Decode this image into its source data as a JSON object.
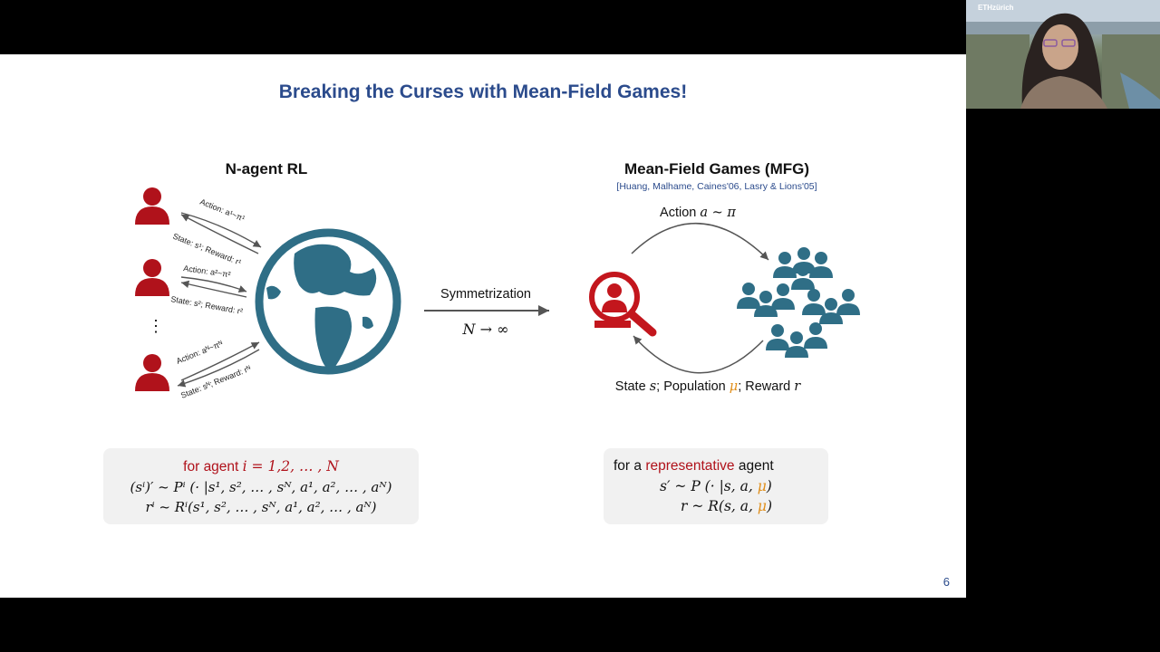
{
  "slide": {
    "title": "Breaking the Curses with Mean-Field Games!",
    "page_number": "6",
    "left": {
      "heading": "N-agent RL",
      "environment_label": "Environment",
      "agent_1_action": "Action: a¹~π¹",
      "agent_1_state": "State: s¹; Reward: r¹",
      "agent_2_action": "Action: a²~π²",
      "agent_2_state": "State: s²; Reward: r²",
      "ellipsis": "⋮",
      "agent_n_action": "Action: aᴺ~πᴺ",
      "agent_n_state": "State: sᴺ; Reward: rᴺ",
      "panel": {
        "line1_prefix": "for agent ",
        "line1_math": "i = 1,2, … , N",
        "line2": "(sⁱ)′ ~ Pⁱ (· |s¹, s², … , sᴺ, a¹, a², … , aᴺ)",
        "line3": "rⁱ ~ Rⁱ(s¹, s², … , sᴺ, a¹, a², … , aᴺ)"
      }
    },
    "middle": {
      "arrow_label": "Symmetrization",
      "limit": "N → ∞"
    },
    "right": {
      "heading": "Mean-Field Games (MFG)",
      "citation": "[Huang, Malhame, Caines'06, Lasry & Lions'05]",
      "action_prefix": "Action ",
      "action_math": "a ~ π",
      "bottom_state": "State ",
      "bottom_s": "s",
      "bottom_population": "; Population ",
      "bottom_mu": "μ",
      "bottom_reward": "; Reward ",
      "bottom_r": "r",
      "panel": {
        "line1_prefix": "for a ",
        "line1_highlight": "representative",
        "line1_suffix": " agent",
        "line2_main": "s′ ~ P (· |s, a, ",
        "line2_mu": "μ",
        "line2_end": ")",
        "line3_main": "r ~ R(s, a, ",
        "line3_mu": "μ",
        "line3_end": ")"
      }
    }
  },
  "webcam": {
    "logo": "ETHzürich"
  },
  "colors": {
    "title_blue": "#2b4b8c",
    "agent_red": "#b0121b",
    "globe_teal": "#2f6e86",
    "mu_orange": "#e08e1a"
  },
  "icons": [
    "person-icon",
    "globe-icon",
    "magnifier-person-icon",
    "crowd-icon"
  ]
}
